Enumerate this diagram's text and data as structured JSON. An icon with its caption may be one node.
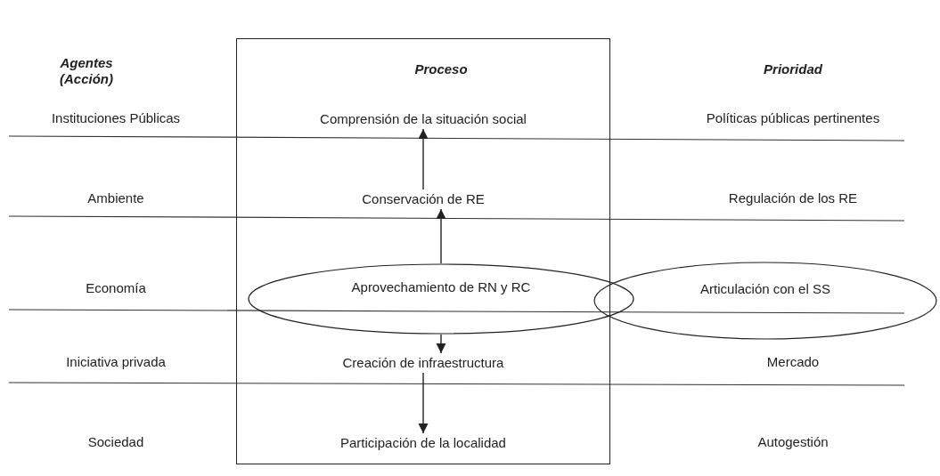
{
  "diagram": {
    "nodes": [
      {
        "text": [],
        "shape": "box"
      },
      {
        "text": [
          "Comprensión de la situación social"
        ],
        "in": 0
      },
      {
        "text": [
          "Conservación de RE"
        ],
        "in": 0
      },
      {
        "text": [
          "Aprovechamiento de RN y RC"
        ]
      },
      {
        "text": [
          "Articulación con el SS"
        ]
      },
      {
        "text": [
          "Creación de infraestructura"
        ],
        "in": 0
      },
      {
        "text": [
          "Participación de la localidad"
        ],
        "in": 0
      }
    ],
    "edges": [
      {
        "from": 2,
        "to": 1,
        "arrow": "to"
      },
      {
        "from": 3,
        "to": 2,
        "arrow": "to"
      },
      {
        "from": 3,
        "to": 5,
        "arrow": "to"
      },
      {
        "from": 5,
        "to": 6,
        "arrow": "to"
      }
    ],
    "labels": [
      "Agentes (Acción)",
      "Proceso",
      "Prioridad",
      "Instituciones Públicas",
      "Políticas públicas pertinentes",
      "Ambiente",
      "Regulación de los RE",
      "Economía",
      "Iniciativa privada",
      "Mercado",
      "Sociedad",
      "Autogestión"
    ]
  }
}
